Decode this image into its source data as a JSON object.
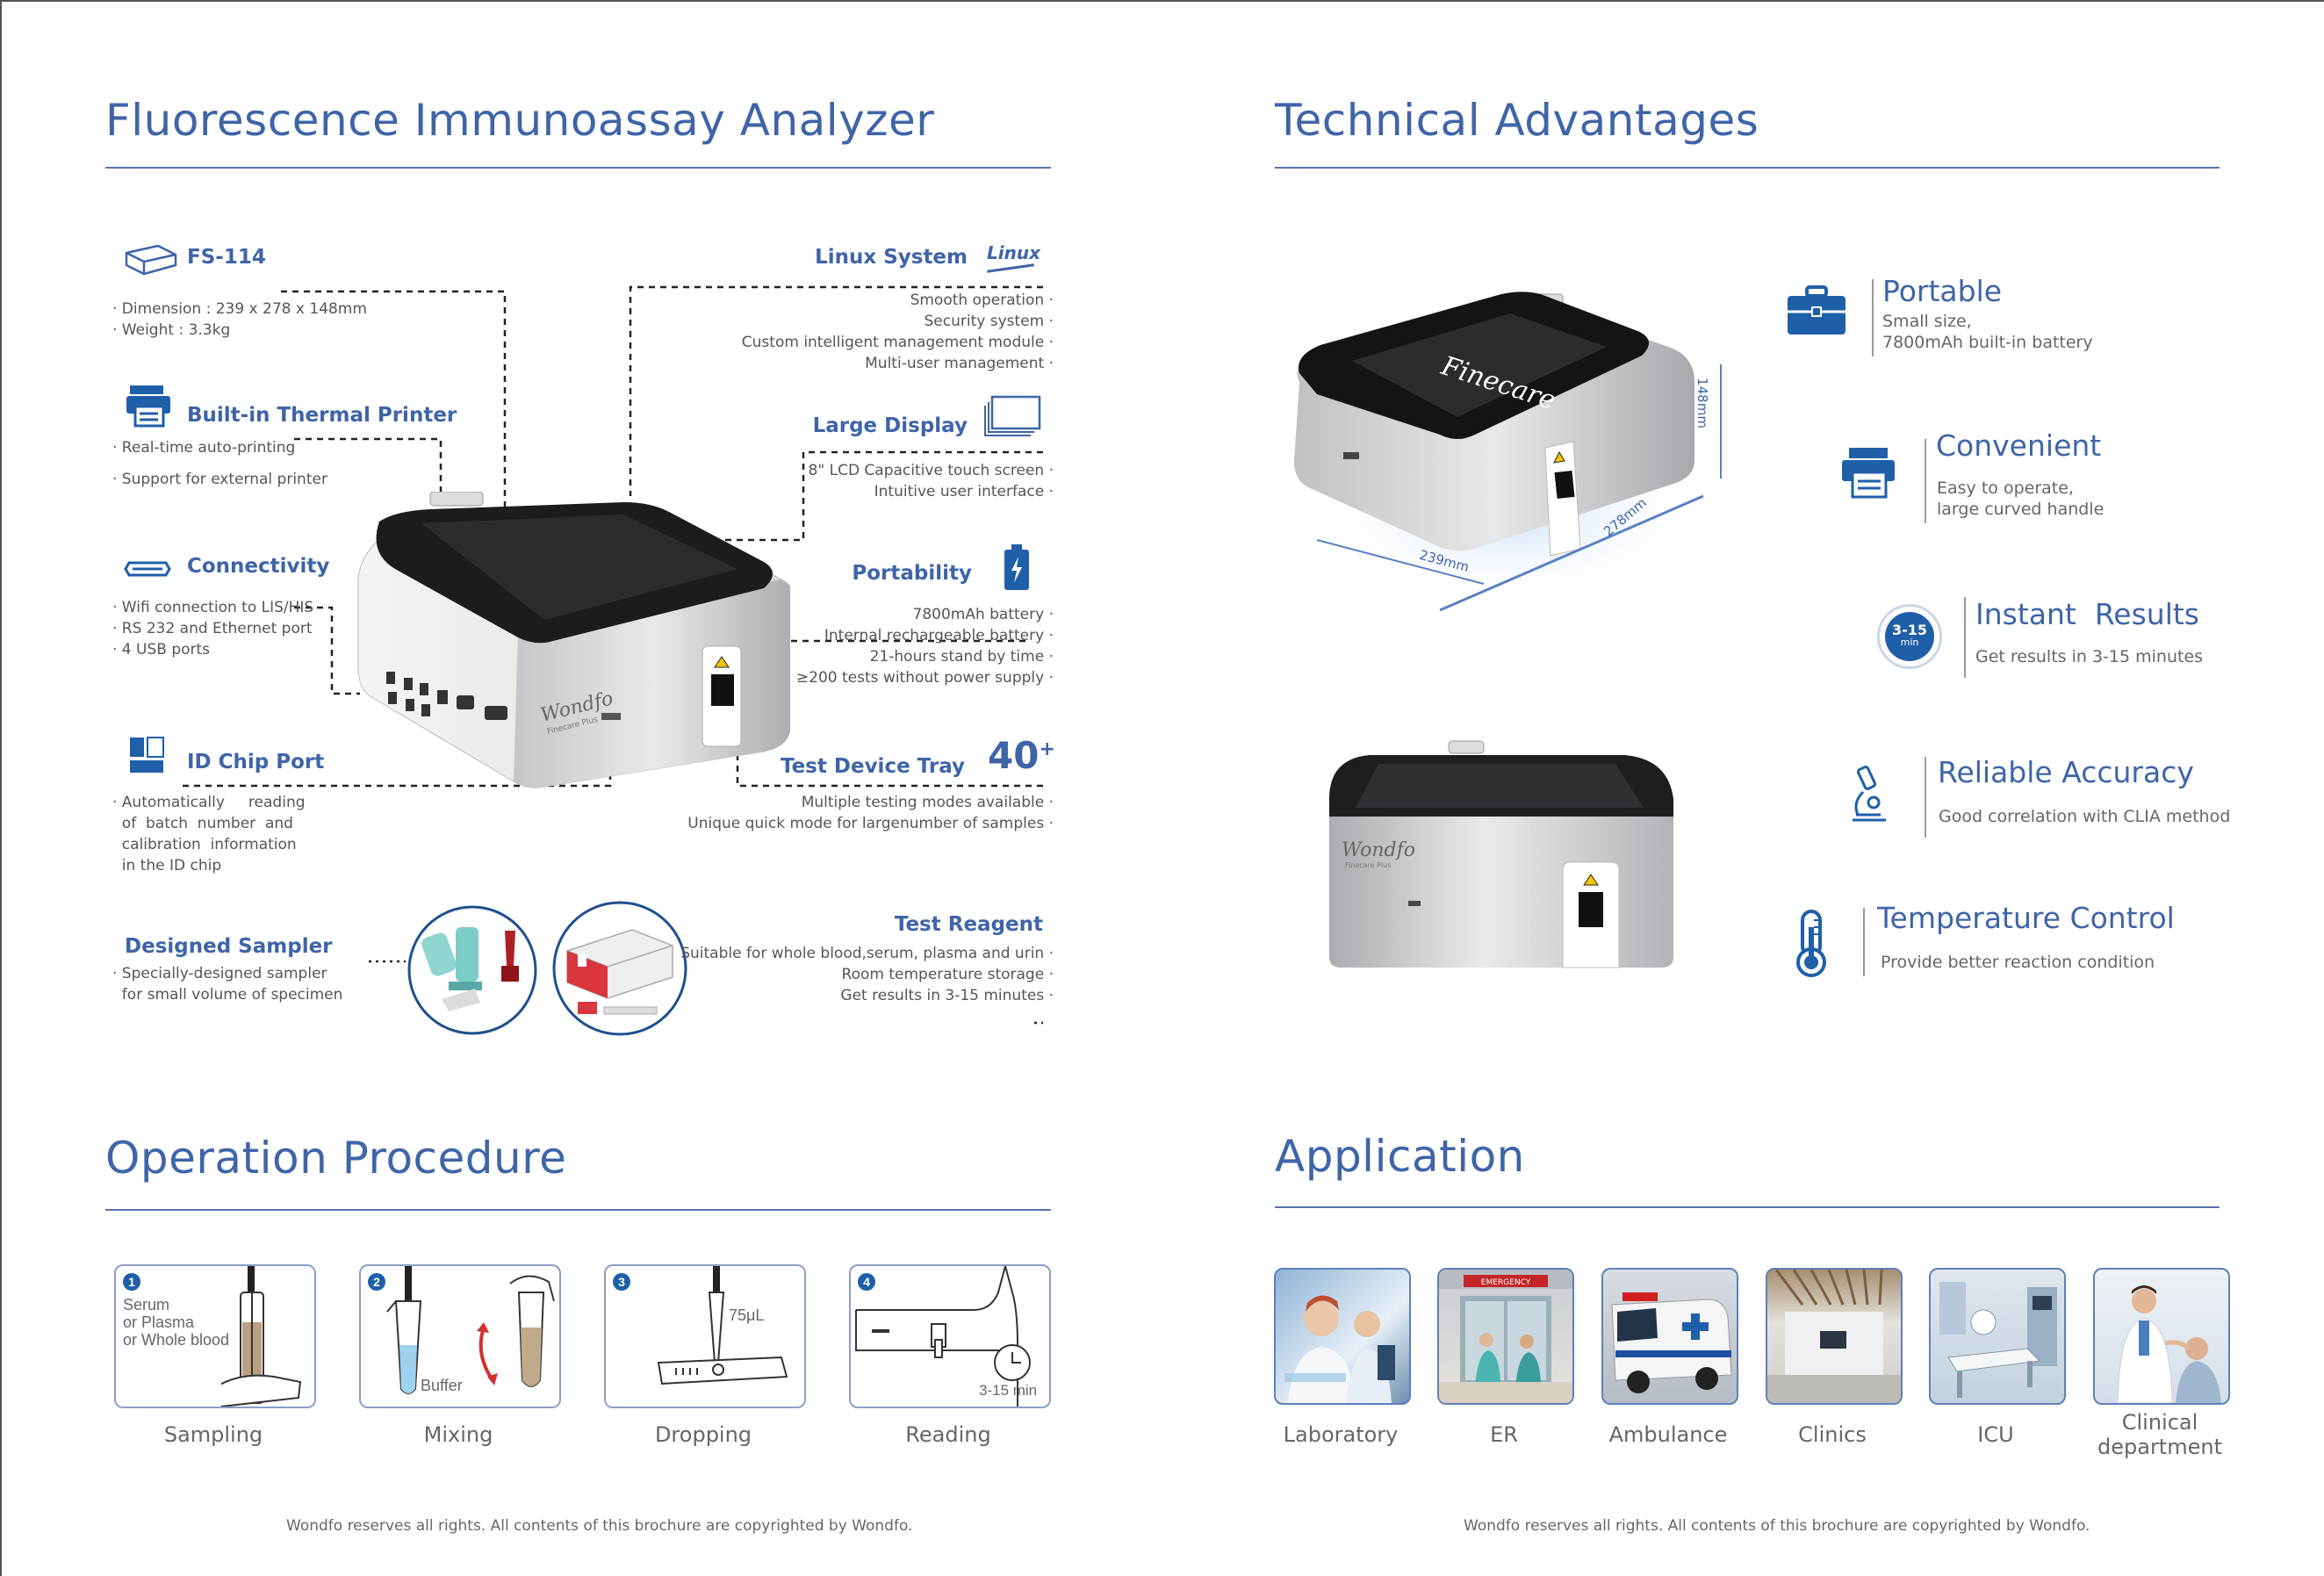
{
  "left_page": {
    "title": "Fluorescence Immunoassay Analyzer",
    "fs114": {
      "name": "FS-114",
      "lines": [
        "· Dimension :   239 x 278 x  148mm",
        "· Weight : 3.3kg"
      ]
    },
    "printer": {
      "name": "Built-in Thermal Printer",
      "lines": [
        "· Real-time auto-printing",
        "· Support for external printer"
      ]
    },
    "connectivity": {
      "name": "Connectivity",
      "lines": [
        "· Wifi connection to LIS/HIS",
        "· RS 232 and Ethernet port",
        "· 4 USB ports"
      ]
    },
    "id_chip": {
      "name": "ID Chip Port",
      "lines": [
        "· Automatically     reading",
        "  of  batch  number  and",
        "  calibration  information",
        "  in the ID chip"
      ]
    },
    "sampler": {
      "name": "Designed Sampler",
      "lines": [
        "· Specially-designed sampler",
        "  for small volume of specimen"
      ]
    },
    "linux": {
      "name": "Linux System",
      "logo": "Linux",
      "lines": [
        "Smooth operation ·",
        "Security system ·",
        "Custom intelligent management module ·",
        "Multi-user management ·"
      ]
    },
    "display": {
      "name": "Large Display",
      "lines": [
        "8\" LCD Capacitive touch screen ·",
        "Intuitive user interface ·"
      ]
    },
    "portability": {
      "name": "Portability",
      "lines": [
        "7800mAh battery ·",
        "Internal rechargeable battery ·",
        "21-hours stand by time ·",
        "≥200 tests without power supply ·"
      ]
    },
    "tray": {
      "name": "Test Device Tray",
      "badge": "40",
      "badge_sup": "+",
      "lines": [
        "Multiple testing modes available ·",
        "Unique quick mode for largenumber of samples ·"
      ]
    },
    "reagent": {
      "name": "Test Reagent",
      "lines": [
        "Suitable for whole blood,serum, plasma and urin ·",
        "Room temperature storage ·",
        "Get results in 3-15 minutes ·"
      ]
    },
    "device_brand": "Wondfo",
    "device_model": "Finecare Plus",
    "operation_title": "Operation Procedure",
    "steps": [
      {
        "num": "1",
        "label": "Sampling",
        "note": [
          "Serum",
          "or Plasma",
          "or Whole blood"
        ]
      },
      {
        "num": "2",
        "label": "Mixing",
        "note": [
          "Buffer"
        ]
      },
      {
        "num": "3",
        "label": "Dropping",
        "note": [
          "75μL"
        ]
      },
      {
        "num": "4",
        "label": "Reading",
        "note": [
          "3-15 min"
        ]
      }
    ],
    "footer": "Wondfo reserves all rights. All contents of this brochure are copyrighted by Wondfo."
  },
  "right_page": {
    "title": "Technical Advantages",
    "device_screen_text": "Finecare",
    "dims": {
      "h": "148mm",
      "w": "239mm",
      "d": "278mm"
    },
    "advantages": [
      {
        "icon": "briefcase-icon",
        "title": "Portable",
        "lines": [
          "Small size,",
          "7800mAh built-in battery"
        ]
      },
      {
        "icon": "printer-icon",
        "title": "Convenient",
        "lines": [
          "Easy to operate,",
          "large curved handle"
        ]
      },
      {
        "icon": "timer-icon",
        "title": "Instant  Results",
        "lines": [
          "Get results in 3-15 minutes"
        ],
        "badge": "3-15",
        "badge_sub": "min"
      },
      {
        "icon": "microscope-icon",
        "title": "Reliable Accuracy",
        "lines": [
          "Good correlation with CLIA method"
        ]
      },
      {
        "icon": "thermometer-icon",
        "title": "Temperature Control",
        "lines": [
          "Provide better reaction condition"
        ]
      }
    ],
    "application_title": "Application",
    "applications": [
      "Laboratory",
      "ER",
      "Ambulance",
      "Clinics",
      "ICU",
      "Clinical department"
    ],
    "er_sign": "EMERGENCY",
    "footer": "Wondfo reserves all rights. All contents of this brochure are copyrighted by Wondfo."
  },
  "colors": {
    "accent": "#3f64a8",
    "rule": "#5673ad",
    "dark_blue": "#1f5fa8"
  }
}
